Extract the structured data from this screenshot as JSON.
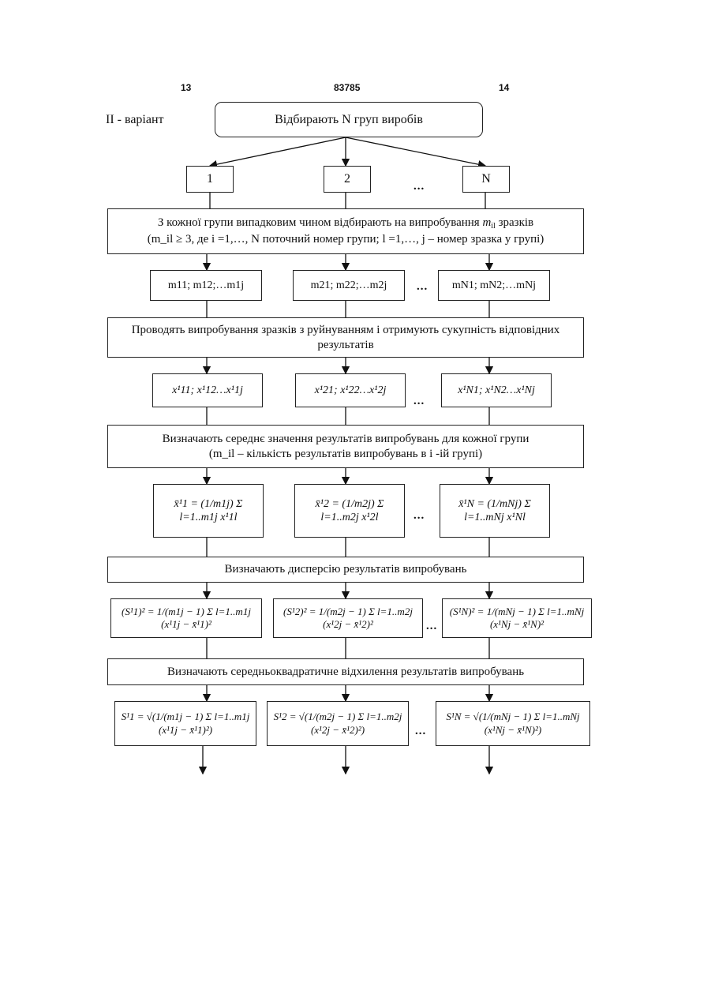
{
  "header": {
    "left_page": "13",
    "doc_number": "83785",
    "right_page": "14"
  },
  "variant_label": "II - варіант",
  "step_select_groups": "Відбирають N груп виробів",
  "groups": [
    "1",
    "2",
    "N"
  ],
  "ellipsis": "...",
  "step_sample": {
    "line1_pre": "З кожної групи випадковим чином відбирають на випробування",
    "line1_var": "m",
    "line1_var_sub": "il",
    "line1_post": "зразків",
    "line2": "(m_il ≥ 3, де i =1,…, N поточний номер групи; l =1,…, j – номер зразка у групі)"
  },
  "samples": [
    "m11; m12;…m1j",
    "m21; m22;…m2j",
    "mN1; mN2;…mNj"
  ],
  "step_test": "Проводять випробування зразків з руйнуванням і отримують сукупність відповідних результатів",
  "results": [
    "x¹11; x¹12…x¹1j",
    "x¹21; x¹22…x¹2j",
    "x¹N1; x¹N2…x¹Nj"
  ],
  "step_mean": {
    "line1": "Визначають середнє значення результатів випробувань для кожної групи",
    "line2": "(m_il – кількість результатів випробувань в i -ій групі)"
  },
  "means": [
    "x̄¹1 = (1/m1j) Σ l=1..m1j x¹1l",
    "x̄¹2 = (1/m2j) Σ l=1..m2j x¹2l",
    "x̄¹N = (1/mNj) Σ l=1..mNj x¹Nl"
  ],
  "step_dispersion": "Визначають дисперсію результатів випробувань",
  "dispersions": [
    "(S¹1)² = 1/(m1j − 1) Σ l=1..m1j (x¹1j − x̄¹1)²",
    "(S¹2)² = 1/(m2j − 1) Σ l=1..m2j (x¹2j − x̄¹2)²",
    "(S¹N)² = 1/(mNj − 1) Σ l=1..mNj (x¹Nj − x̄¹N)²"
  ],
  "step_stddev": "Визначають середньоквадратичне відхилення результатів випробувань",
  "stddevs": [
    "S¹1 = √(1/(m1j − 1) Σ l=1..m1j (x¹1j − x̄¹1)²)",
    "S¹2 = √(1/(m2j − 1) Σ l=1..m2j (x¹2j − x̄¹2)²)",
    "S¹N = √(1/(mNj − 1) Σ l=1..mNj (x¹Nj − x̄¹N)²)"
  ]
}
